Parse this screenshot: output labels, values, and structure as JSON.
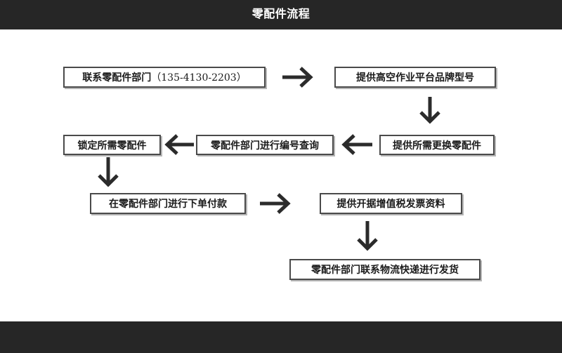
{
  "header": {
    "title": "零配件流程"
  },
  "flow": {
    "step1_label": "联系零配件部门",
    "step1_phone": "（135-4130-2203）",
    "step2": "提供高空作业平台品牌型号",
    "step3": "提供所需更换零配件",
    "step4": "零配件部门进行编号查询",
    "step5": "锁定所需零配件",
    "step6": "在零配件部门进行下单付款",
    "step7": "提供开据增值税发票资料",
    "step8": "零配件部门联系物流快递进行发货"
  }
}
